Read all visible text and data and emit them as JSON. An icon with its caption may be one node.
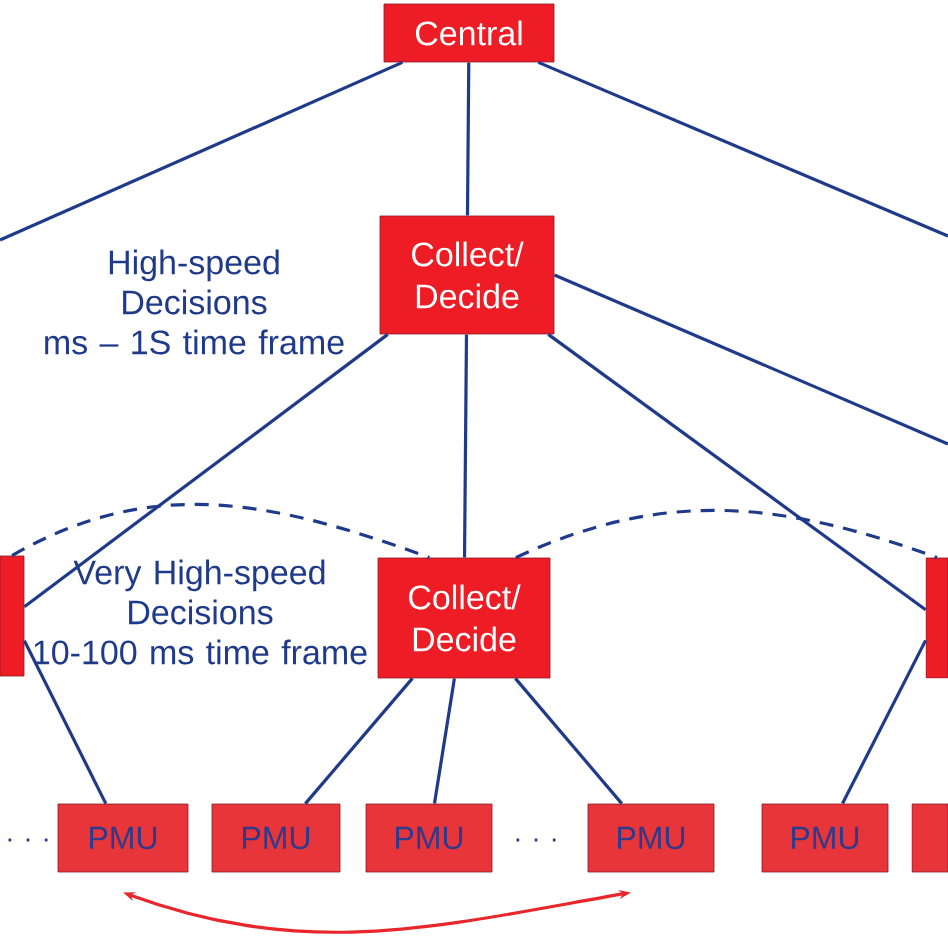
{
  "diagram": {
    "nodes": [
      {
        "text": [
          "Central"
        ]
      },
      {
        "text": [
          "Collect/ Decide"
        ]
      },
      {
        "text": [],
        "shape": "box"
      },
      {
        "text": [
          "Collect/ Decide"
        ]
      },
      {
        "text": [],
        "shape": "box"
      },
      {
        "text": [
          "PMU"
        ]
      },
      {
        "text": [
          "PMU"
        ]
      },
      {
        "text": [
          "PMU"
        ]
      },
      {
        "text": [
          "PMU"
        ]
      },
      {
        "text": [
          "PMU"
        ]
      },
      {
        "text": [],
        "shape": "box"
      }
    ],
    "edges": [
      {
        "from": 0,
        "to": null,
        "arrow": "none"
      },
      {
        "from": 0,
        "to": 1,
        "arrow": "none"
      },
      {
        "from": 0,
        "to": null,
        "arrow": "none"
      },
      {
        "from": 1,
        "to": 2,
        "arrow": "none"
      },
      {
        "from": 1,
        "to": 3,
        "arrow": "none"
      },
      {
        "from": 1,
        "to": 4,
        "arrow": "none"
      },
      {
        "from": 1,
        "to": null,
        "arrow": "none"
      },
      {
        "from": 2,
        "to": 3,
        "arrow": "none",
        "style": "dashed"
      },
      {
        "from": 3,
        "to": 4,
        "arrow": "none",
        "style": "dashed"
      },
      {
        "from": 2,
        "to": 5,
        "arrow": "none"
      },
      {
        "from": 3,
        "to": 6,
        "arrow": "none"
      },
      {
        "from": 3,
        "to": 7,
        "arrow": "none"
      },
      {
        "from": 3,
        "to": 8,
        "arrow": "none"
      },
      {
        "from": 4,
        "to": 9,
        "arrow": "none"
      },
      {
        "from": 5,
        "to": 8,
        "arrow": "both",
        "color": "#e8262b"
      }
    ],
    "labels": [
      "High-speed Decisions ms – 1S time frame",
      "Very High-speed Decisions 10-100 ms time frame",
      ". . .",
      ". . ."
    ]
  }
}
